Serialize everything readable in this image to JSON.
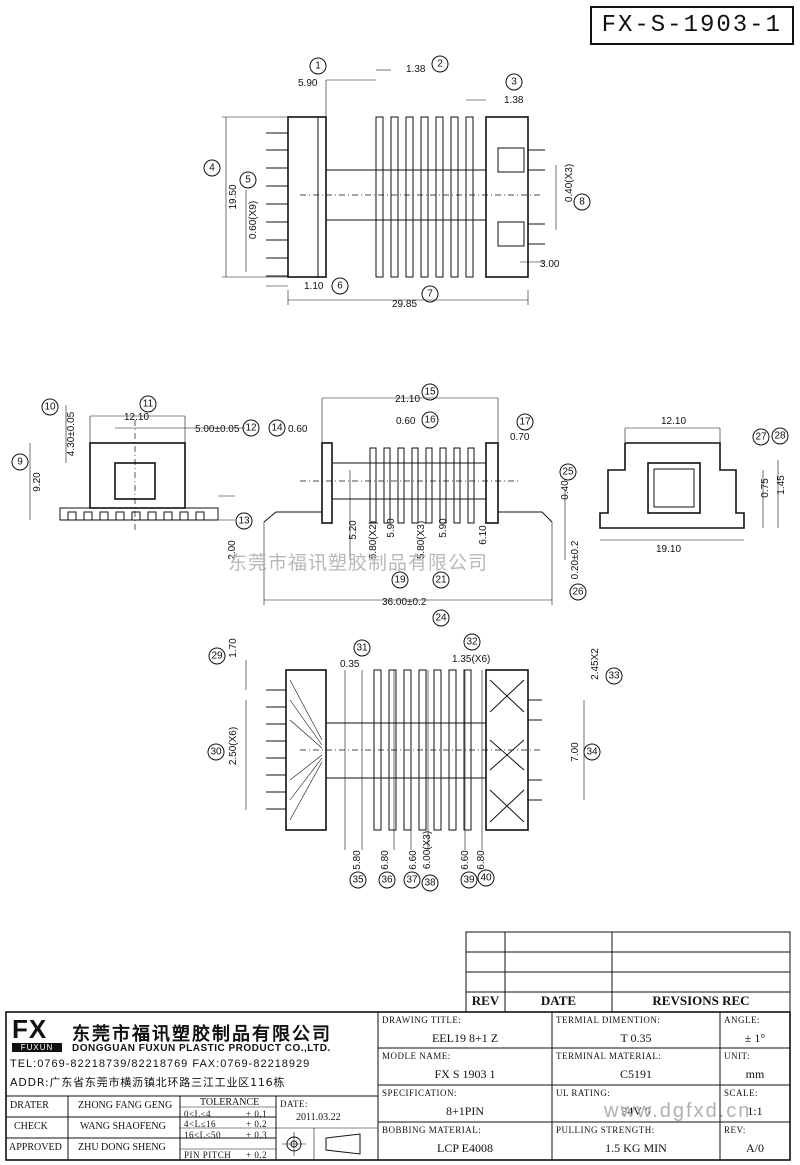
{
  "part_code": "FX-S-1903-1",
  "watermark_text": "东莞市福讯塑胶制品有限公司",
  "site_mark": "www.dgfxd.cn",
  "top_view_dims": {
    "d1": "5.90",
    "d2": "1.38",
    "d3": "1.38",
    "d4": "19.50",
    "d5": "0.60(X9)",
    "d6": "1.10",
    "d7": "29.85",
    "d8": "0.40(X3)",
    "d9": "3.00"
  },
  "side_view_dims": {
    "d10": "4.30±0.05",
    "d11": "12.10",
    "d12": "5.00±0.05",
    "d9": "9.20",
    "d14": "0.60",
    "d15": "21.10",
    "d16": "0.60",
    "d17": "0.70",
    "d18": "5.20",
    "d19": "5.80(X2)",
    "d20": "5.90",
    "d21": "5.80(X3)",
    "d22": "5.90",
    "d23": "6.10",
    "d25": "0.40",
    "d26": "0.20±0.2",
    "d24": "36.00±0.2",
    "d13": "2.00",
    "end_a": "12.10",
    "end_b": "19.10",
    "d27": "0.75",
    "d28": "1.45"
  },
  "bottom_view_dims": {
    "d29": "1.70",
    "d31": "0.35",
    "d32": "1.35(X6)",
    "d33": "2.45X2",
    "d30": "2.50(X6)",
    "d34": "7.00",
    "d35": "5.80",
    "d36": "6.80",
    "d37": "6.60",
    "d38": "6.00(X3)",
    "d39": "6.60",
    "d40": "6.80"
  },
  "callouts": [
    "1",
    "2",
    "3",
    "4",
    "5",
    "6",
    "7",
    "8",
    "9",
    "10",
    "11",
    "12",
    "13",
    "14",
    "15",
    "16",
    "17",
    "19",
    "21",
    "24",
    "25",
    "26",
    "27",
    "28",
    "29",
    "30",
    "31",
    "32",
    "33",
    "34",
    "35",
    "36",
    "37",
    "38",
    "39",
    "40"
  ],
  "revision_table": {
    "headers": [
      "REV",
      "DATE",
      "REVSIONS REC"
    ]
  },
  "company": {
    "logo": "FX",
    "logo_sub": "FUXUN",
    "name_cn": "东莞市福讯塑胶制品有限公司",
    "name_en": "DONGGUAN FUXUN PLASTIC PRODUCT CO.,LTD.",
    "tel": "TEL:0769-82218739/82218769 FAX:0769-82218929",
    "addr": "ADDR:广东省东莞市横沥镇北环路三江工业区116栋"
  },
  "people": [
    {
      "role": "DRATER",
      "name": "ZHONG FANG GENG"
    },
    {
      "role": "CHECK",
      "name": "WANG SHAOFENG"
    },
    {
      "role": "APPROVED",
      "name": "ZHU DONG SHENG"
    }
  ],
  "tolerance": {
    "title": "TOLERANCE",
    "rows": [
      {
        "range": "0<L≤4",
        "tol": "+ 0.1"
      },
      {
        "range": "4<L≤16",
        "tol": "+ 0.2"
      },
      {
        "range": "16<L≤50",
        "tol": "+ 0.3"
      },
      {
        "range": "PIN PITCH",
        "tol": "+ 0.2"
      }
    ]
  },
  "date": {
    "label": "DATE:",
    "value": "2011.03.22"
  },
  "fields": {
    "drawing_title": {
      "label": "DRAWING TITLE:",
      "value": "EEL19 8+1 Z"
    },
    "terminal_dimention": {
      "label": "TERMIAL DIMENTION:",
      "value": "T 0.35"
    },
    "angle": {
      "label": "ANGLE:",
      "value": "± 1°"
    },
    "module_name": {
      "label": "MODLE NAME:",
      "value": "FX S 1903 1"
    },
    "terminal_material": {
      "label": "TERMINAL MATERIAL:",
      "value": "C5191"
    },
    "unit": {
      "label": "UNIT:",
      "value": "mm"
    },
    "specification": {
      "label": "SPECIFICATION:",
      "value": "8+1PIN"
    },
    "ul_rating": {
      "label": "UL RATING:",
      "value": "94V 0"
    },
    "scale": {
      "label": "SCALE:",
      "value": "1:1"
    },
    "bobbing_material": {
      "label": "BOBBING MATERIAL:",
      "value": "LCP E4008"
    },
    "pulling_strength": {
      "label": "PULLING STRENGTH:",
      "value": "1.5 KG MIN"
    },
    "rev": {
      "label": "REV:",
      "value": "A/0"
    }
  }
}
